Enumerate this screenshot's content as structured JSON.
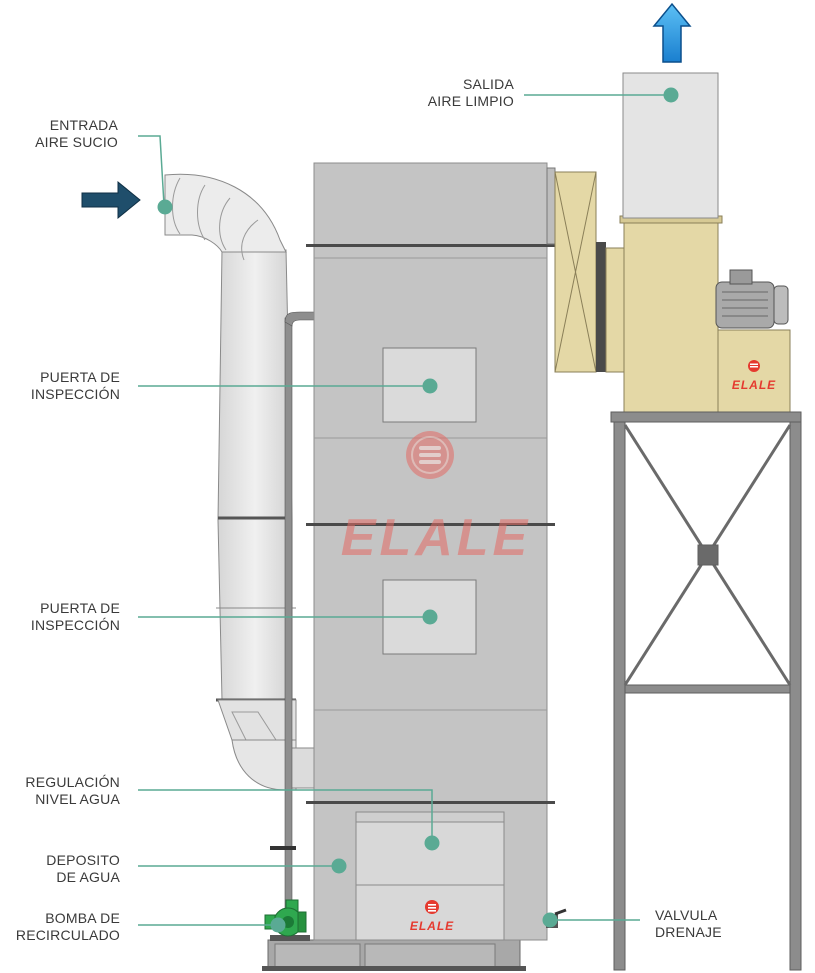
{
  "labels": {
    "entrada": {
      "line1": "ENTRADA",
      "line2": "AIRE SUCIO"
    },
    "salida": {
      "line1": "SALIDA",
      "line2": "AIRE LIMPIO"
    },
    "puerta1": {
      "line1": "PUERTA DE",
      "line2": "INSPECCIÓN"
    },
    "puerta2": {
      "line1": "PUERTA DE",
      "line2": "INSPECCIÓN"
    },
    "regulacion": {
      "line1": "REGULACIÓN",
      "line2": "NIVEL AGUA"
    },
    "deposito": {
      "line1": "DEPOSITO",
      "line2": "DE AGUA"
    },
    "bomba": {
      "line1": "BOMBA DE",
      "line2": "RECIRCULADO"
    },
    "valvula": {
      "line1": "VALVULA",
      "line2": "DRENAJE"
    }
  },
  "brand": {
    "logo_text": "ELALE",
    "watermark_text": "ELALE"
  },
  "colors": {
    "leader": "#5aaa94",
    "marker": "#5aaa94",
    "tower": "#c4c4c4",
    "duct": "#e8e8e8",
    "fan": "#e4d8a6",
    "frame": "#7a7a7a",
    "pump": "#2fa84f",
    "inlet_arrow": "#1f4e6b",
    "outlet_arrow": "#2d8fd6",
    "brand_red": "#e53a2f"
  },
  "icons": [
    "inlet-arrow-icon",
    "outlet-arrow-icon",
    "elale-logo-icon",
    "pump-icon"
  ]
}
